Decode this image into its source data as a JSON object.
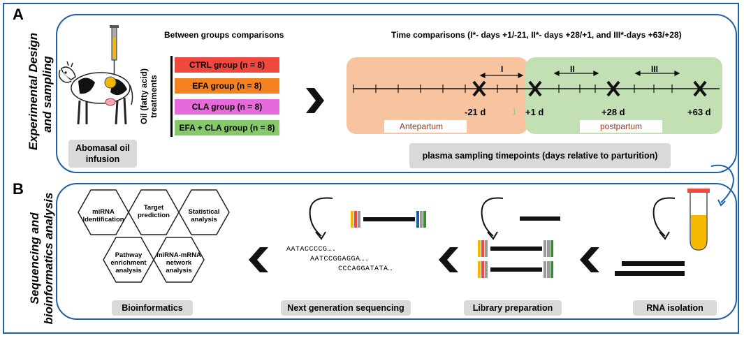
{
  "panel_a": {
    "letter": "A",
    "side_title_line1": "Experimental Design",
    "side_title_line2": "and sampling",
    "infusion_label_line1": "Abomasal oil",
    "infusion_label_line2": "infusion",
    "between_groups_header": "Between groups comparisons",
    "treatments_label_line1": "Oil (fatty acid)",
    "treatments_label_line2": "treatments",
    "groups": [
      {
        "label": "CTRL group (n = 8)",
        "color": "#f0483e"
      },
      {
        "label": "EFA group (n = 8)",
        "color": "#f58220"
      },
      {
        "label": "CLA  group (n = 8)",
        "color": "#e66ad9"
      },
      {
        "label": "EFA + CLA  group (n = 8)",
        "color": "#86c96a"
      }
    ],
    "time_header": "Time comparisons (I*- days +1/-21, II*- days +28/+1, and III*-days +63/+28)",
    "antepartum_label": "Antepartum",
    "postpartum_label": "postpartum",
    "antepartum_color": "#f8c4a0",
    "postpartum_color": "#c2e0b4",
    "timepoints": [
      "-21 d",
      "+1 d",
      "+28 d",
      "+63 d"
    ],
    "faint_tick_label": "1",
    "intervals": [
      "I",
      "II",
      "III"
    ],
    "sampling_label": "plasma sampling timepoints (days relative to parturition)"
  },
  "panel_b": {
    "letter": "B",
    "side_title_line1": "Sequencing and",
    "side_title_line2": "bioinformatics analysis",
    "hexagons": [
      {
        "line1": "miRNA",
        "line2": "Identification",
        "line3": ""
      },
      {
        "line1": "Target",
        "line2": "prediction",
        "line3": ""
      },
      {
        "line1": "Statistical",
        "line2": "analysis",
        "line3": ""
      },
      {
        "line1": "Pathway",
        "line2": "enrichment",
        "line3": "analysis"
      },
      {
        "line1": "miRNA-mRNA",
        "line2": "network",
        "line3": "analysis"
      }
    ],
    "sequences": [
      "AATACCCCG….",
      "AATCCGGAGGA….",
      "CCCAGGATATA…"
    ],
    "step_labels": {
      "bioinformatics": "Bioinformatics",
      "ngs": "Next generation sequencing",
      "library": "Library preparation",
      "rna": "RNA isolation"
    },
    "tube_liquid_color": "#f5b800"
  },
  "icons": {
    "cow": "cow-icon",
    "syringe": "syringe-icon",
    "chevron": "chevron-left-icon"
  }
}
